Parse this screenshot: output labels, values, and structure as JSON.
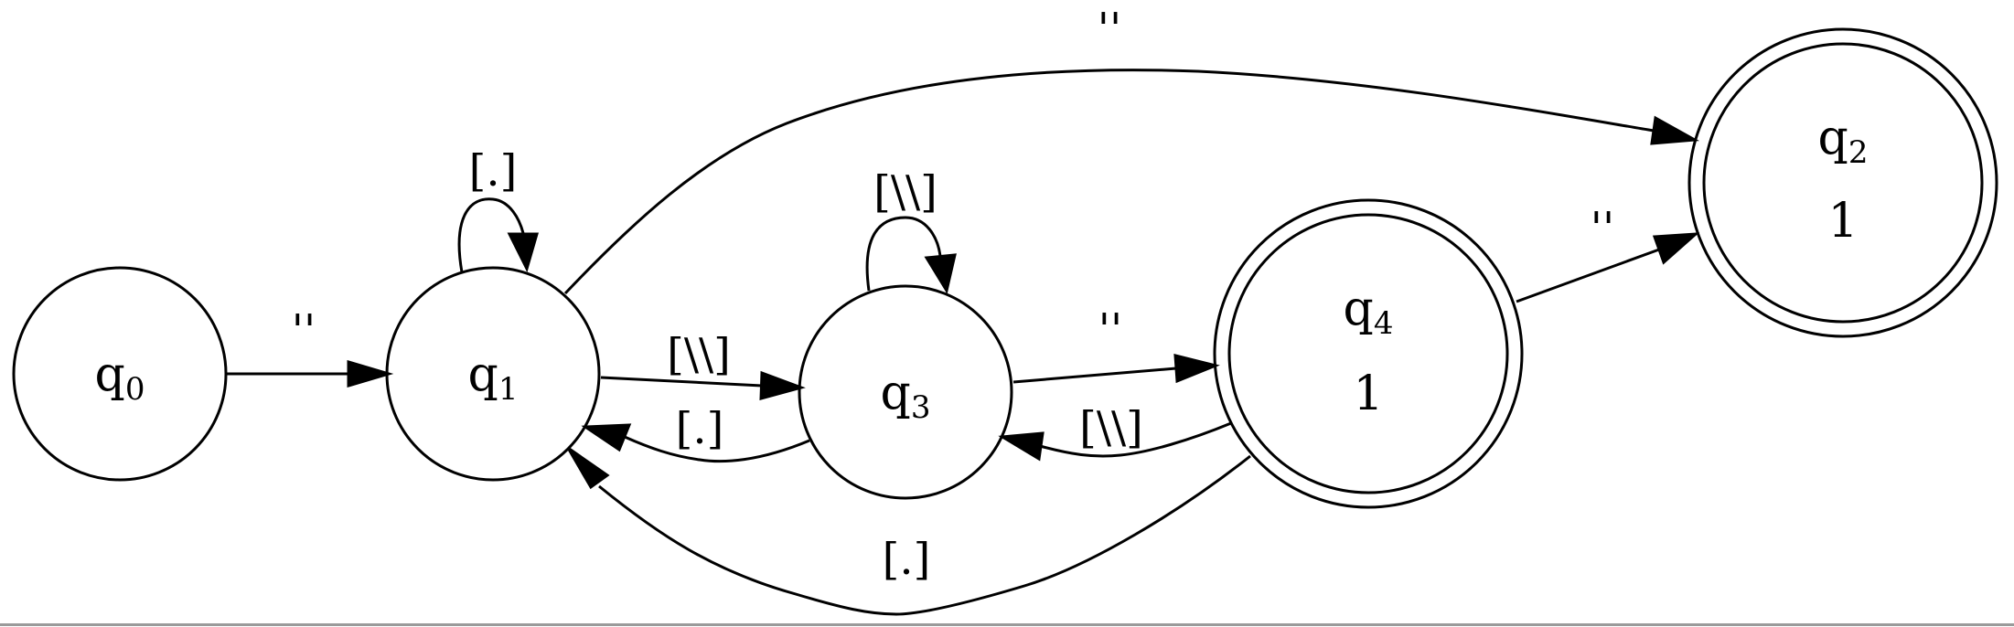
{
  "states": [
    {
      "id": "q0",
      "name": "q",
      "sub": "0",
      "output": "",
      "accepting": false
    },
    {
      "id": "q1",
      "name": "q",
      "sub": "1",
      "output": "",
      "accepting": false
    },
    {
      "id": "q3",
      "name": "q",
      "sub": "3",
      "output": "",
      "accepting": false
    },
    {
      "id": "q4",
      "name": "q",
      "sub": "4",
      "output": "1",
      "accepting": true
    },
    {
      "id": "q2",
      "name": "q",
      "sub": "2",
      "output": "1",
      "accepting": true
    }
  ],
  "edges": [
    {
      "id": "q0-q1",
      "from": "q0",
      "to": "q1",
      "label": "''"
    },
    {
      "id": "q1-q1",
      "from": "q1",
      "to": "q1",
      "label": "[.]"
    },
    {
      "id": "q1-q3",
      "from": "q1",
      "to": "q3",
      "label": "[\\\\]"
    },
    {
      "id": "q3-q1",
      "from": "q3",
      "to": "q1",
      "label": "[.]"
    },
    {
      "id": "q3-q3",
      "from": "q3",
      "to": "q3",
      "label": "[\\\\]"
    },
    {
      "id": "q3-q4",
      "from": "q3",
      "to": "q4",
      "label": "''"
    },
    {
      "id": "q4-q3",
      "from": "q4",
      "to": "q3",
      "label": "[\\\\]"
    },
    {
      "id": "q4-q1",
      "from": "q4",
      "to": "q1",
      "label": "[.]"
    },
    {
      "id": "q1-q2",
      "from": "q1",
      "to": "q2",
      "label": "''"
    },
    {
      "id": "q4-q2",
      "from": "q4",
      "to": "q2",
      "label": "''"
    }
  ]
}
